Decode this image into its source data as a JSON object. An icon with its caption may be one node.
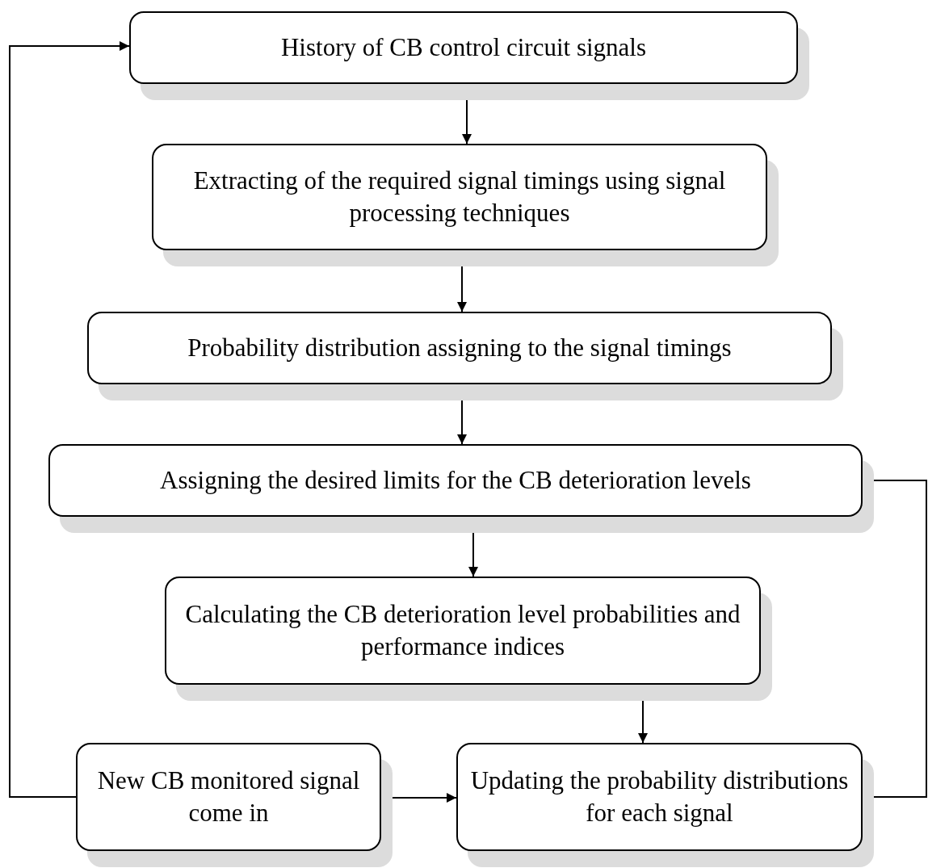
{
  "diagram": {
    "nodes": [
      {
        "text": [
          "History of CB control circuit signals"
        ]
      },
      {
        "text": [
          "Extracting of the required signal timings using signal processing techniques"
        ]
      },
      {
        "text": [
          "Probability distribution assigning to the signal timings"
        ]
      },
      {
        "text": [
          "Assigning the desired limits for the CB deterioration levels"
        ]
      },
      {
        "text": [
          "Calculating the CB deterioration level probabilities and performance indices"
        ]
      },
      {
        "text": [
          "New CB monitored signal come in"
        ]
      },
      {
        "text": [
          "Updating the probability distributions for each signal"
        ]
      }
    ],
    "edges": [
      {
        "from": 0,
        "to": 1,
        "arrow": "to"
      },
      {
        "from": 1,
        "to": 2,
        "arrow": "to"
      },
      {
        "from": 2,
        "to": 3,
        "arrow": "to"
      },
      {
        "from": 3,
        "to": 4,
        "arrow": "to"
      },
      {
        "from": 4,
        "to": 6,
        "arrow": "to"
      },
      {
        "from": 5,
        "to": 6,
        "arrow": "to"
      },
      {
        "from": 5,
        "to": 0,
        "arrow": "to"
      },
      {
        "from": 6,
        "to": 3,
        "arrow": "to"
      }
    ]
  }
}
